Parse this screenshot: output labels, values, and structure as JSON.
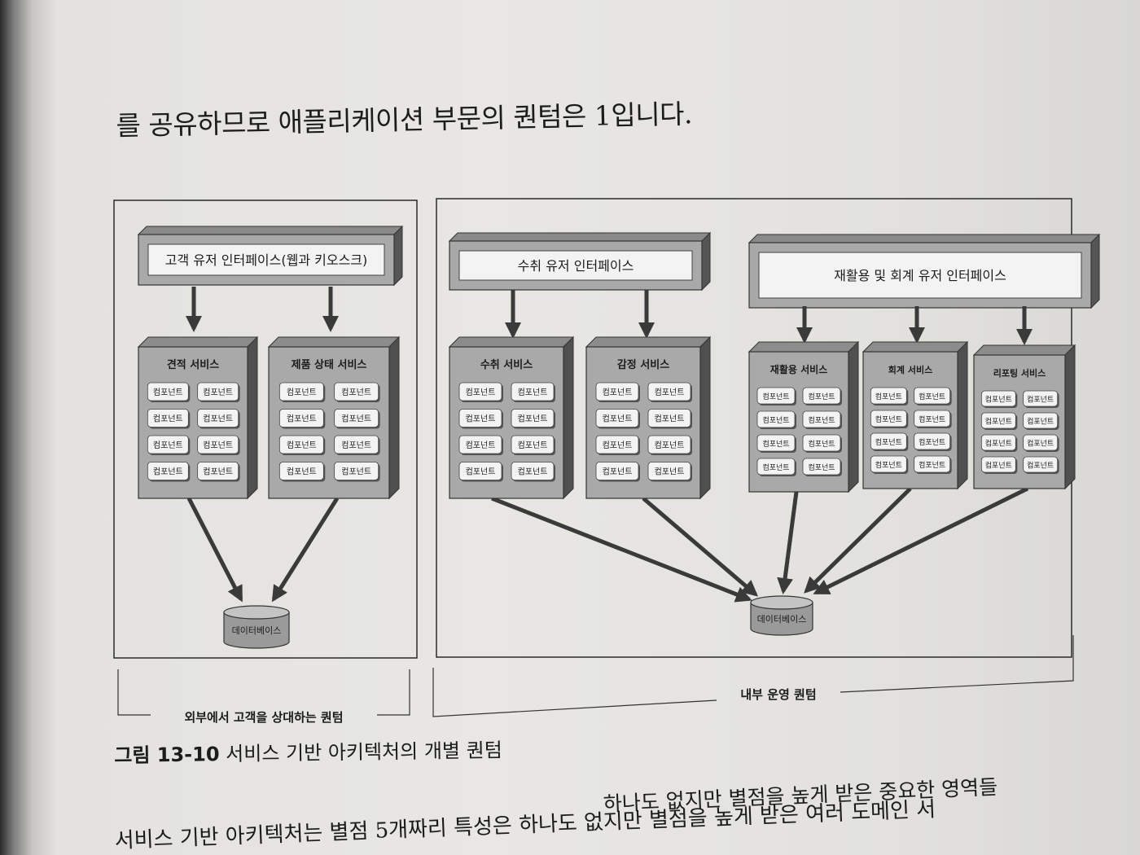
{
  "text": {
    "top_line": "를 공유하므로 애플리케이션 부문의 퀀텀은 1입니다.",
    "caption_number": "그림 13-10",
    "caption_text": "서비스 기반 아키텍처의 개별 퀀텀",
    "bottom_line_1": "하나도 없지만 별점을 높게 받은 중요한 영역들",
    "bottom_line_2": "서비스 기반 아키텍처는 별점 5개짜리 특성은 하나도 없지만 별점을 높게 받은 여러 도메인 서"
  },
  "diagram": {
    "left_quantum_label": "외부에서 고객을 상대하는 퀀텀",
    "right_quantum_label": "내부 운영 퀀텀",
    "ui_customer": "고객 유저 인터페이스(웹과 키오스크)",
    "ui_receiving": "수취 유저 인터페이스",
    "ui_recycling": "재활용 및 회계 유저 인터페이스",
    "services": [
      "견적 서비스",
      "제품 상태 서비스",
      "수취 서비스",
      "감정 서비스",
      "재활용 서비스",
      "회계 서비스",
      "리포팅 서비스"
    ],
    "component_label": "컴포넌트",
    "database_label": "데이터베이스"
  },
  "colors": {
    "box_fill": "#a9a9a9",
    "box_dark": "#6e6e6e",
    "inner_fill": "#f3f3f3",
    "ink": "#1c1c1c"
  }
}
